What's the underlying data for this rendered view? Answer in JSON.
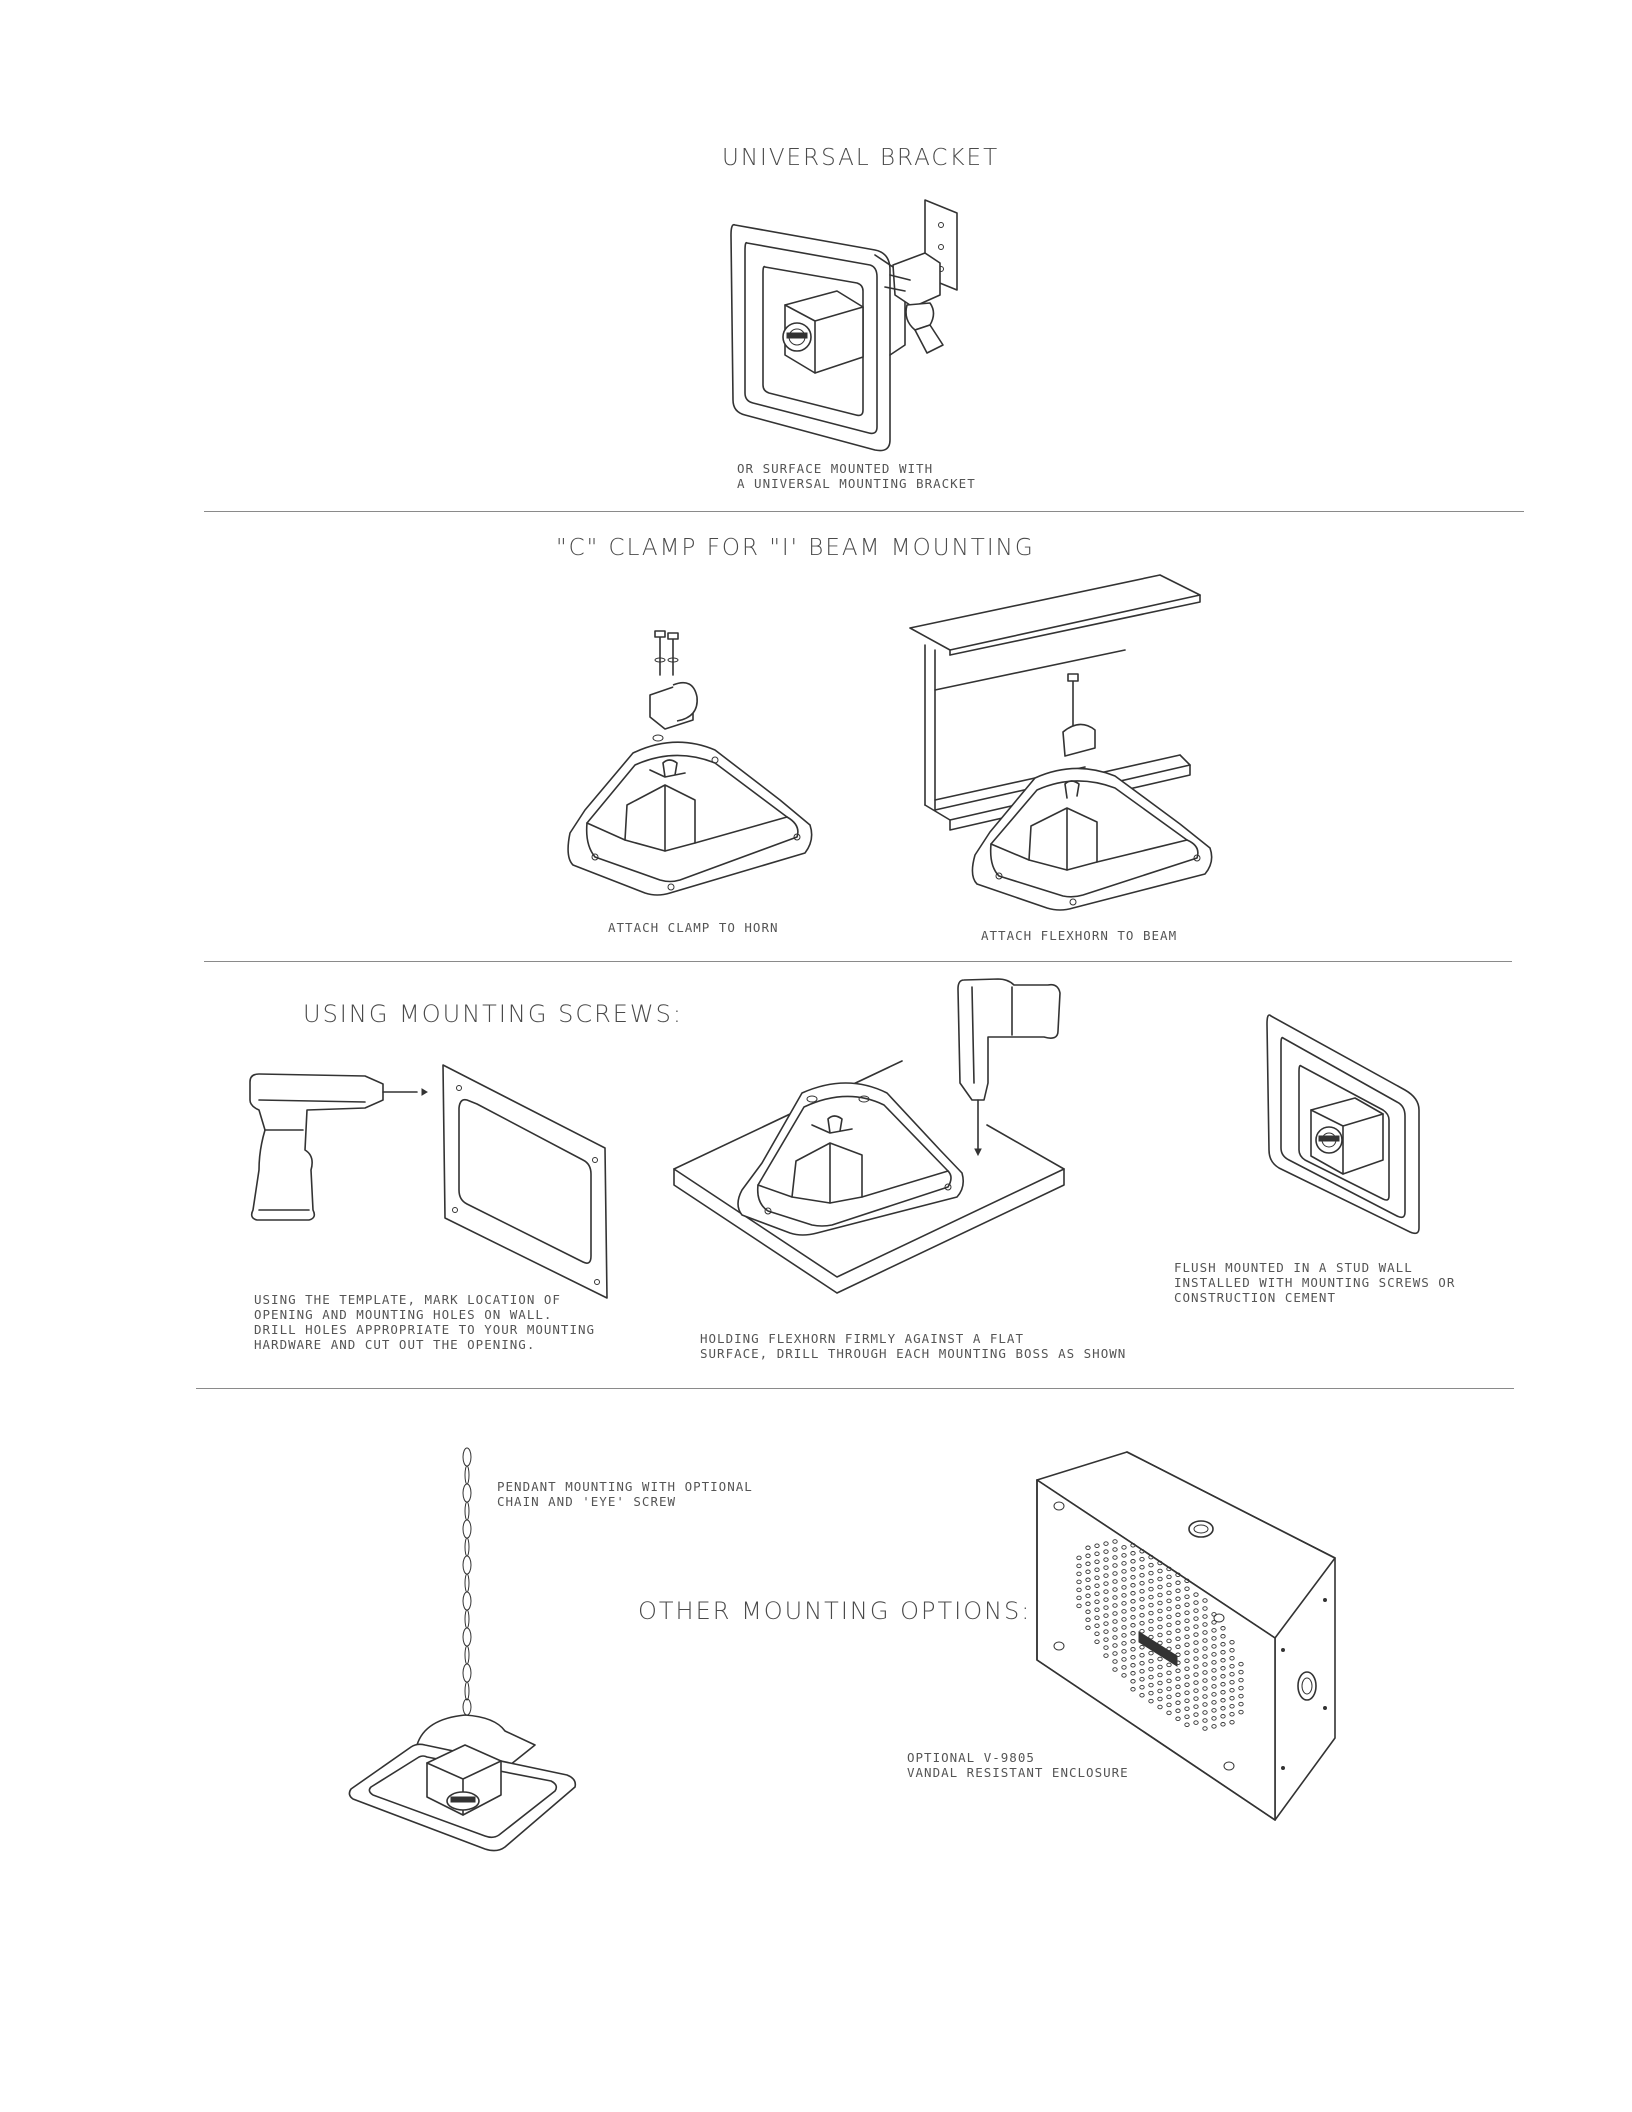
{
  "sections": {
    "universal_bracket": {
      "heading": "UNIVERSAL BRACKET",
      "caption": "OR SURFACE MOUNTED WITH\nA UNIVERSAL MOUNTING BRACKET"
    },
    "c_clamp": {
      "heading": "\"C\" CLAMP FOR \"I' BEAM MOUNTING",
      "caption_left": "ATTACH CLAMP TO HORN",
      "caption_right": "ATTACH FLEXHORN TO BEAM"
    },
    "mounting_screws": {
      "heading": "USING MOUNTING SCREWS:",
      "caption_template": "USING THE TEMPLATE, MARK LOCATION OF\nOPENING AND MOUNTING HOLES ON WALL.\nDRILL HOLES APPROPRIATE TO YOUR MOUNTING\nHARDWARE AND CUT OUT THE OPENING.",
      "caption_drill": "HOLDING FLEXHORN FIRMLY AGAINST A FLAT\nSURFACE, DRILL THROUGH EACH MOUNTING BOSS AS SHOWN",
      "caption_flush": "FLUSH MOUNTED IN A STUD WALL\nINSTALLED WITH MOUNTING SCREWS OR\nCONSTRUCTION CEMENT"
    },
    "other_options": {
      "heading": "OTHER MOUNTING OPTIONS:",
      "caption_pendant": "PENDANT MOUNTING WITH OPTIONAL\nCHAIN AND 'EYE' SCREW",
      "caption_enclosure": "OPTIONAL V-9805\nVANDAL RESISTANT ENCLOSURE"
    }
  },
  "colors": {
    "line": "#333333",
    "rule": "#8a8a8a",
    "text": "#4a4a4a"
  }
}
